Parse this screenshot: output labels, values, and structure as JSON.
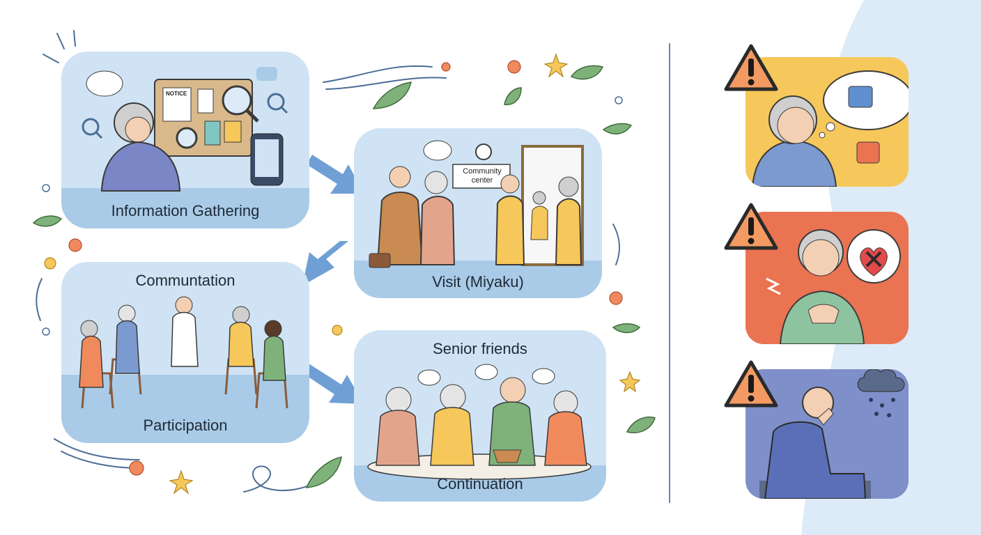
{
  "flow": {
    "steps": [
      {
        "label": "Information Gathering"
      },
      {
        "label": "Visit (Miyaku)",
        "sign": "Community center"
      },
      {
        "label_top": "Communtation",
        "label": "Participation"
      },
      {
        "label_top": "Senior friends",
        "label": "Continuation"
      }
    ],
    "notice_text": "NOTICE"
  },
  "warnings": [
    {
      "icon": "cognitive-decline",
      "color": "#f6c75a"
    },
    {
      "icon": "heart-problem",
      "color": "#ea7352"
    },
    {
      "icon": "depression",
      "color": "#7f8fc9"
    }
  ],
  "colors": {
    "panel": "#cfe3f4",
    "band": "#a9cbe8",
    "arrow": "#6f9fd4",
    "divider": "#6b86a6",
    "bg_blob": "#dcebf7"
  }
}
